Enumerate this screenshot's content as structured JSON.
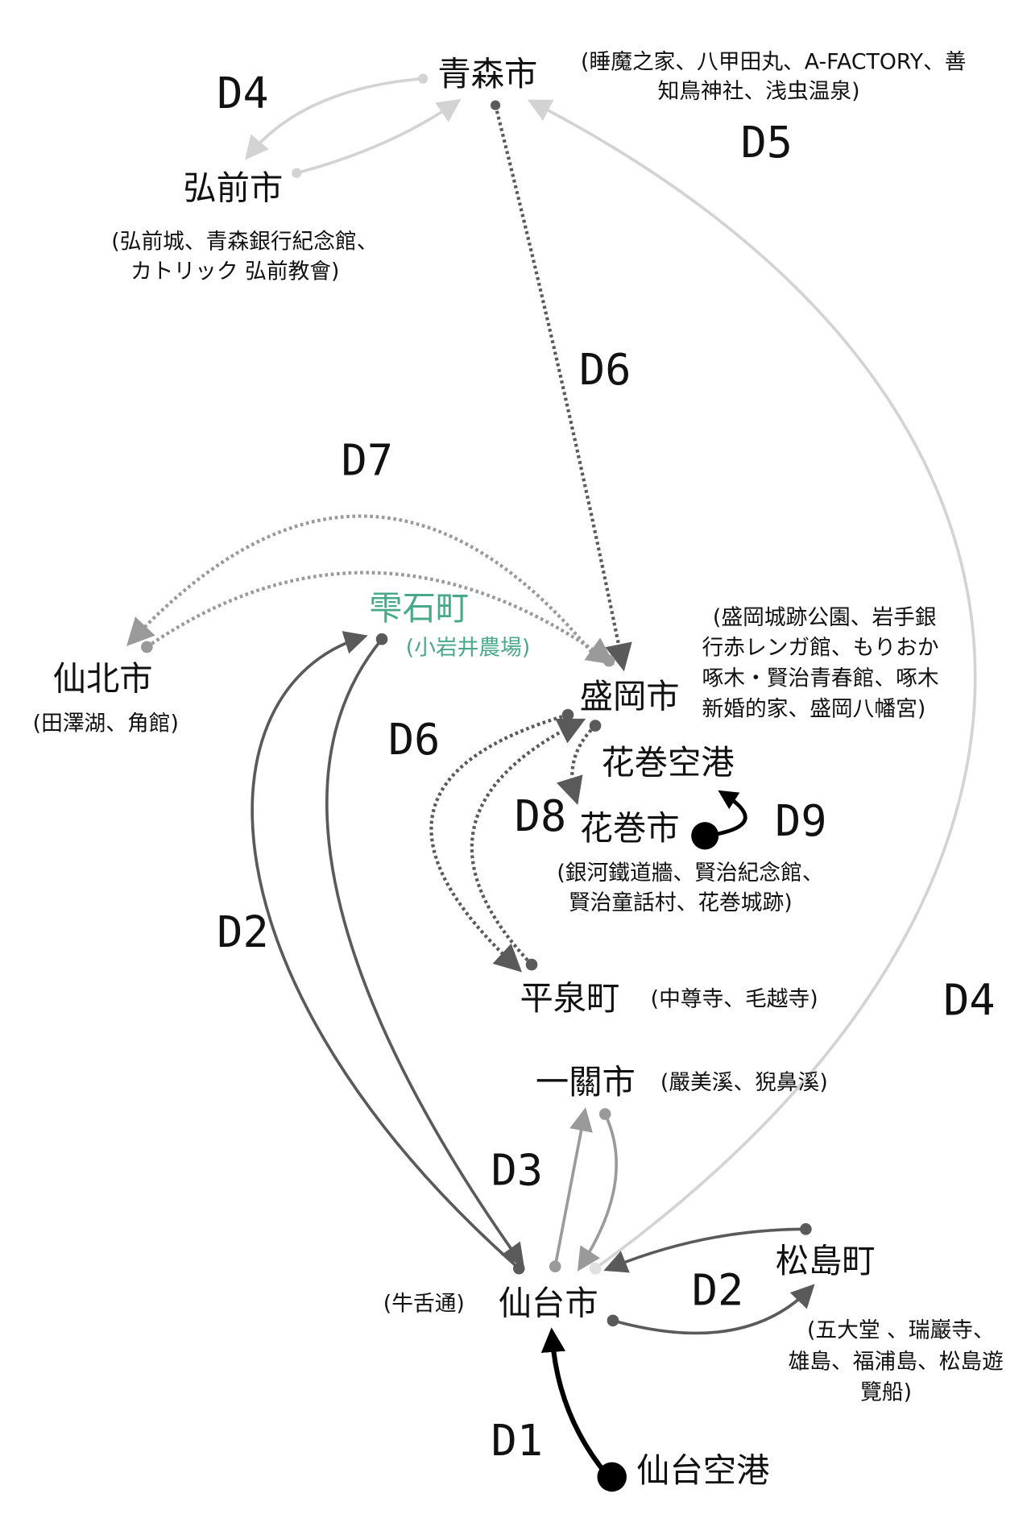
{
  "cities": {
    "aomori": "青森市",
    "hirosaki": "弘前市",
    "shizukuishi": "雫石町",
    "semboku": "仙北市",
    "morioka": "盛岡市",
    "hanamaki_airport": "花巻空港",
    "hanamaki": "花巻市",
    "hiraizumi": "平泉町",
    "ichinoseki": "一關市",
    "matsushima": "松島町",
    "sendai": "仙台市",
    "sendai_airport": "仙台空港"
  },
  "notes": {
    "aomori": [
      "(睡魔之家、八甲田丸、A-FACTORY、善",
      "知鳥神社、浅虫温泉)"
    ],
    "hirosaki": [
      "(弘前城、青森銀行紀念館、",
      "カトリック 弘前教會)"
    ],
    "shizukuishi": "(小岩井農場)",
    "semboku": "(田澤湖、角館)",
    "morioka": [
      "(盛岡城跡公園、岩手銀",
      "行赤レンガ館、もりおか",
      "啄木・賢治青春館、啄木",
      "新婚的家、盛岡八幡宮)"
    ],
    "hanamaki": [
      "(銀河鐵道牆、賢治紀念館、",
      "賢治童話村、花巻城跡)"
    ],
    "hiraizumi": "(中尊寺、毛越寺)",
    "ichinoseki": "(嚴美溪、猊鼻溪)",
    "sendai": "(牛舌通)",
    "matsushima": [
      "(五大堂 、瑞巖寺、",
      "雄島、福浦島、松島遊",
      "覽船)"
    ]
  },
  "days": {
    "d1": "D1",
    "d2a": "D2",
    "d2b": "D2",
    "d3": "D3",
    "d4a": "D4",
    "d4b": "D4",
    "d5": "D5",
    "d6a": "D6",
    "d6b": "D6",
    "d7": "D7",
    "d8": "D8",
    "d9": "D9"
  },
  "colors": {
    "accent": "#4aa88a",
    "light": "#d3d3d3",
    "medium": "#9a9a9a",
    "dark": "#5a5a5a"
  }
}
